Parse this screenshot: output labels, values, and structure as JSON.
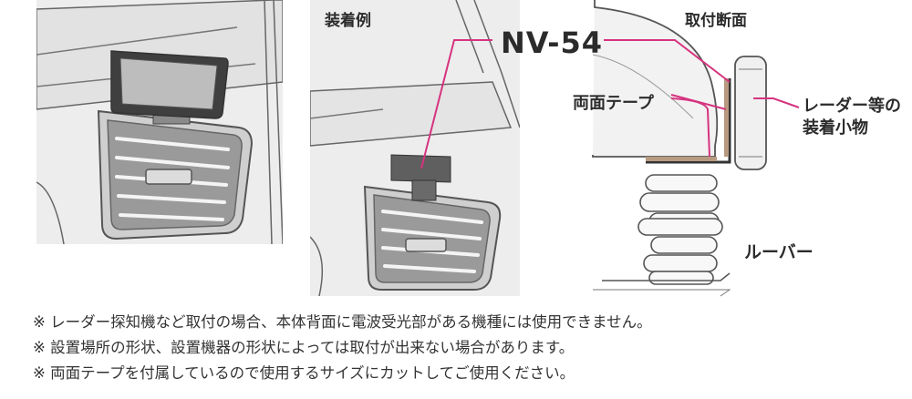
{
  "labels": {
    "example_title": "装着例",
    "section_title": "取付断面",
    "model": "NV-54",
    "double_sided_tape": "両面テープ",
    "radar_line1": "レーダー等の",
    "radar_line2": "装着小物",
    "louver": "ルーバー"
  },
  "notes": [
    "※ レーダー探知機など取付の場合、本体背面に電波受光部がある機種には使用できません。",
    "※ 設置場所の形状、設置機器の形状によっては取付が出来ない場合があります。",
    "※ 両面テープを付属しているので使用するサイズにカットしてご使用ください。"
  ],
  "colors": {
    "leader": "#d6337f",
    "outline": "#555555",
    "fill": "#e6e6e6",
    "dark": "#5f5f5f",
    "tape": "#b89a80"
  }
}
